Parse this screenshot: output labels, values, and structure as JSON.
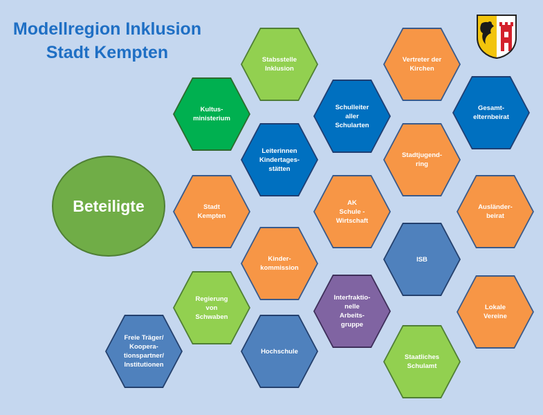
{
  "title": {
    "line1": "Modellregion Inklusion",
    "line2": "Stadt Kempten"
  },
  "center": {
    "label": "Beteiligte"
  },
  "colors": {
    "green": "#92d050",
    "dark_green": "#00b050",
    "blue": "#0070c0",
    "orange": "#f79646",
    "steel_blue": "#4f81bd",
    "purple": "#8064a2",
    "circle": "#70ad47",
    "title": "#1f6fc4"
  },
  "crest": {
    "icon": "kempten-coat-of-arms-icon"
  },
  "hexagons": [
    {
      "name": "hex-stabsstelle-inklusion",
      "label": "Stabsstelle\nInklusion",
      "color": "green"
    },
    {
      "name": "hex-vertreter-der-kirchen",
      "label": "Vertreter der\nKirchen",
      "color": "orange"
    },
    {
      "name": "hex-kultusministerium",
      "label": "Kultus-\nministerium",
      "color": "dark_green"
    },
    {
      "name": "hex-schulleiter-aller-schularten",
      "label": "Schulleiter\naller\nSchularten",
      "color": "blue"
    },
    {
      "name": "hex-gesamtelternbeirat",
      "label": "Gesamt-\nelternbeirat",
      "color": "blue"
    },
    {
      "name": "hex-leiterinnen-kindertagesstaetten",
      "label": "Leiterinnen\nKindertages-\nstätten",
      "color": "blue"
    },
    {
      "name": "hex-stadtjugendring",
      "label": "Stadtjugend-\nring",
      "color": "orange"
    },
    {
      "name": "hex-stadt-kempten",
      "label": "Stadt\nKempten",
      "color": "orange"
    },
    {
      "name": "hex-ak-schule-wirtschaft",
      "label": "AK\nSchule -\nWirtschaft",
      "color": "orange"
    },
    {
      "name": "hex-auslaenderbeirat",
      "label": "Ausländer-\nbeirat",
      "color": "orange"
    },
    {
      "name": "hex-isb",
      "label": "ISB",
      "color": "steel_blue"
    },
    {
      "name": "hex-kinderkommission",
      "label": "Kinder-\nkommission",
      "color": "orange"
    },
    {
      "name": "hex-regierung-von-schwaben",
      "label": "Regierung\nvon\nSchwaben",
      "color": "green"
    },
    {
      "name": "hex-interfraktionelle-arbeitsgruppe",
      "label": "Interfraktio-\nnelle\nArbeits-\ngruppe",
      "color": "purple"
    },
    {
      "name": "hex-lokale-vereine",
      "label": "Lokale\nVereine",
      "color": "orange"
    },
    {
      "name": "hex-freie-traeger",
      "label": "Freie Träger/\nKoopera-\ntionspartner/\nInstitutionen",
      "color": "steel_blue"
    },
    {
      "name": "hex-hochschule",
      "label": "Hochschule",
      "color": "steel_blue"
    },
    {
      "name": "hex-staatliches-schulamt",
      "label": "Staatliches\nSchulamt",
      "color": "green"
    }
  ]
}
